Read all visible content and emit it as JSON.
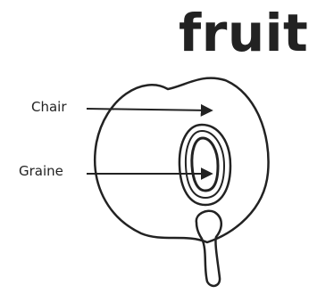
{
  "title": "fruit",
  "labels": {
    "chair": "Chair",
    "graine": "Graine"
  },
  "colors": {
    "ink": "#222222",
    "background": "#ffffff"
  }
}
